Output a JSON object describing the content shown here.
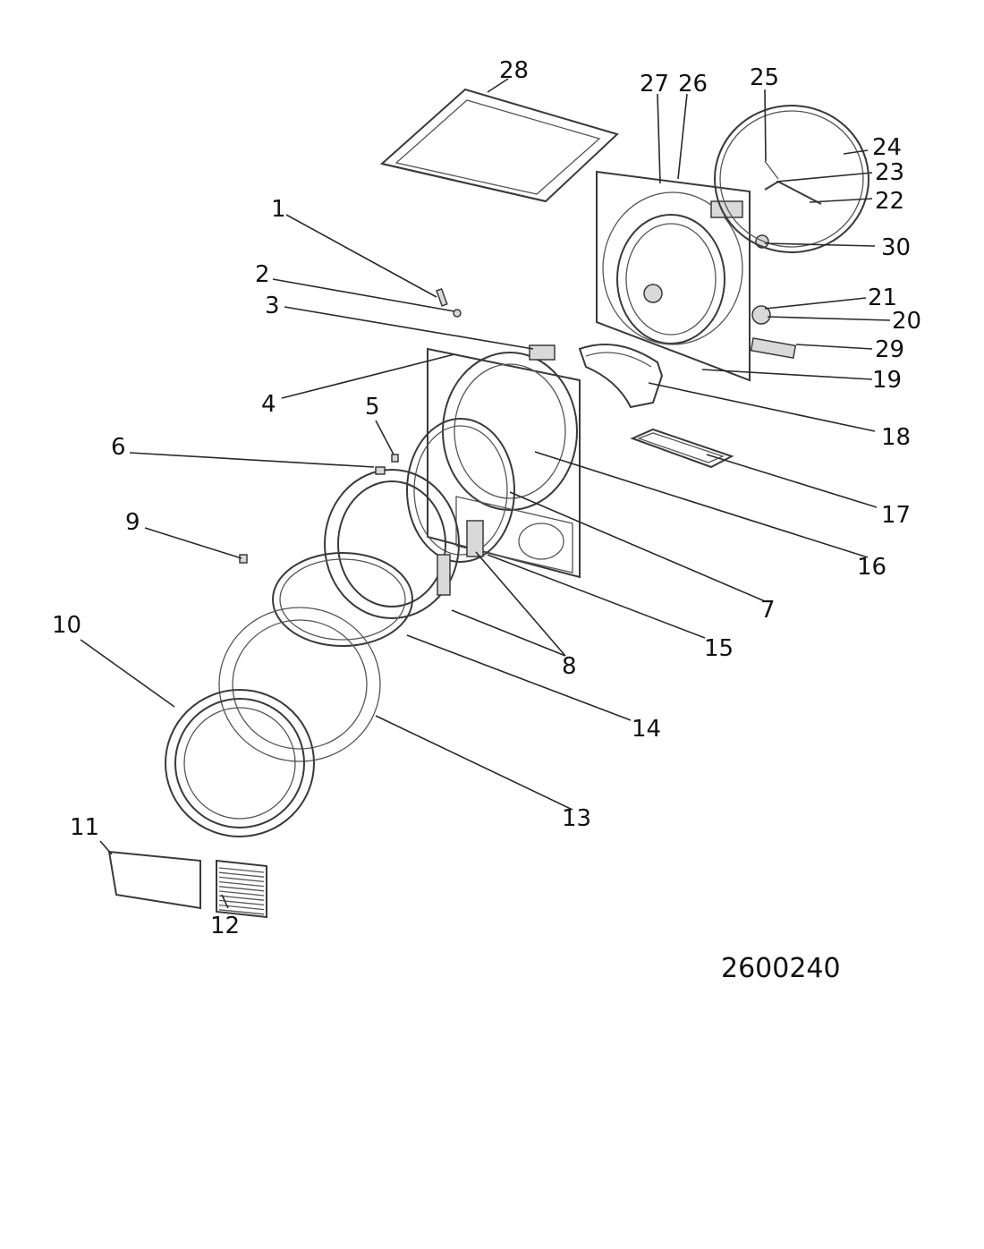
{
  "parts": [
    {
      "id": "1",
      "label": "1"
    },
    {
      "id": "2",
      "label": "2"
    },
    {
      "id": "3",
      "label": "3"
    },
    {
      "id": "4",
      "label": "4"
    },
    {
      "id": "5",
      "label": "5"
    },
    {
      "id": "6",
      "label": "6"
    },
    {
      "id": "7",
      "label": "7"
    },
    {
      "id": "8",
      "label": "8"
    },
    {
      "id": "9",
      "label": "9"
    },
    {
      "id": "10",
      "label": "10"
    },
    {
      "id": "11",
      "label": "11"
    },
    {
      "id": "12",
      "label": "12"
    },
    {
      "id": "13",
      "label": "13"
    },
    {
      "id": "14",
      "label": "14"
    },
    {
      "id": "15",
      "label": "15"
    },
    {
      "id": "16",
      "label": "16"
    },
    {
      "id": "17",
      "label": "17"
    },
    {
      "id": "18",
      "label": "18"
    },
    {
      "id": "19",
      "label": "19"
    },
    {
      "id": "20",
      "label": "20"
    },
    {
      "id": "21",
      "label": "21"
    },
    {
      "id": "22",
      "label": "22"
    },
    {
      "id": "23",
      "label": "23"
    },
    {
      "id": "24",
      "label": "24"
    },
    {
      "id": "25",
      "label": "25"
    },
    {
      "id": "26",
      "label": "26"
    },
    {
      "id": "27",
      "label": "27"
    },
    {
      "id": "28",
      "label": "28"
    },
    {
      "id": "29",
      "label": "29"
    },
    {
      "id": "30",
      "label": "30"
    }
  ],
  "diagram_code": "2600240"
}
